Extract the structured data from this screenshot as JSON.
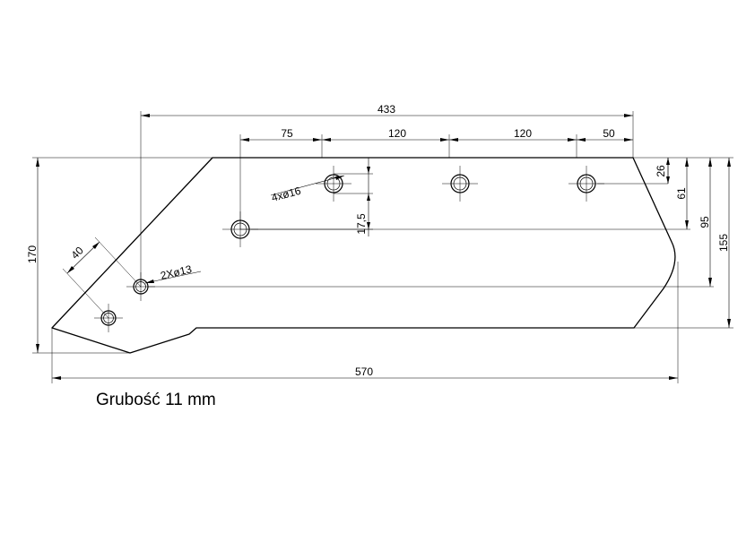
{
  "colors": {
    "line": "#000000",
    "background": "#ffffff"
  },
  "dimensions": {
    "overall_length": "570",
    "hole_span": "433",
    "spacing_1": "75",
    "spacing_2": "120",
    "spacing_3": "120",
    "spacing_4": "50",
    "height_total": "170",
    "height_155": "155",
    "height_95": "95",
    "height_61": "61",
    "height_26": "26",
    "offset_17_5": "17,5",
    "offset_40": "40"
  },
  "callouts": {
    "holes_16": "4xø16",
    "holes_13": "2Xø13"
  },
  "note": {
    "thickness": "Grubość 11 mm"
  }
}
